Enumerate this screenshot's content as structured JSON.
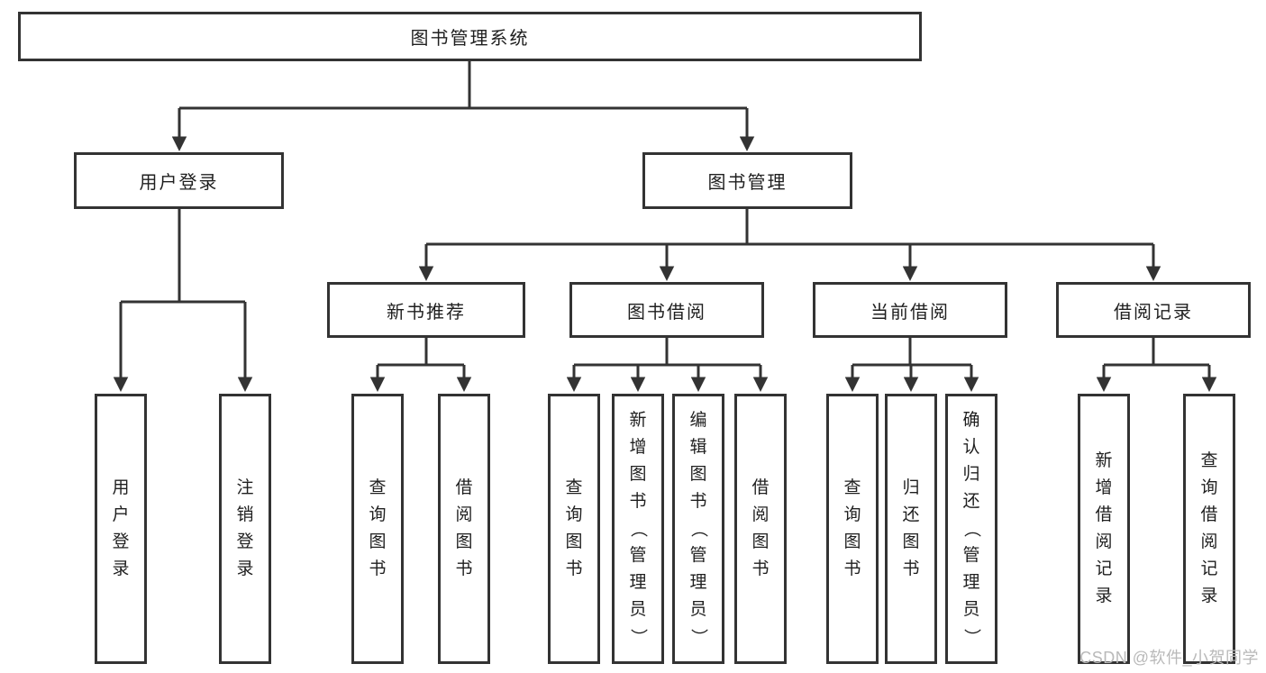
{
  "tree": {
    "root": {
      "label": "图书管理系统"
    },
    "user_login_branch": {
      "label": "用户登录",
      "children": [
        {
          "label": "用户登录"
        },
        {
          "label": "注销登录"
        }
      ]
    },
    "book_management_branch": {
      "label": "图书管理",
      "groups": [
        {
          "label": "新书推荐",
          "children": [
            {
              "label": "查询图书"
            },
            {
              "label": "借阅图书"
            }
          ]
        },
        {
          "label": "图书借阅",
          "children": [
            {
              "label": "查询图书"
            },
            {
              "label": "新增图书（管理员）"
            },
            {
              "label": "编辑图书（管理员）"
            },
            {
              "label": "借阅图书"
            }
          ]
        },
        {
          "label": "当前借阅",
          "children": [
            {
              "label": "查询图书"
            },
            {
              "label": "归还图书"
            },
            {
              "label": "确认归还（管理员）"
            }
          ]
        },
        {
          "label": "借阅记录",
          "children": [
            {
              "label": "新增借阅记录"
            },
            {
              "label": "查询借阅记录"
            }
          ]
        }
      ]
    }
  },
  "watermark": {
    "text": "CSDN @软件_小贺同学"
  },
  "colors": {
    "line": "#333333",
    "background": "#ffffff",
    "text": "#1f1f1f",
    "watermark": "#b9b9b9"
  }
}
